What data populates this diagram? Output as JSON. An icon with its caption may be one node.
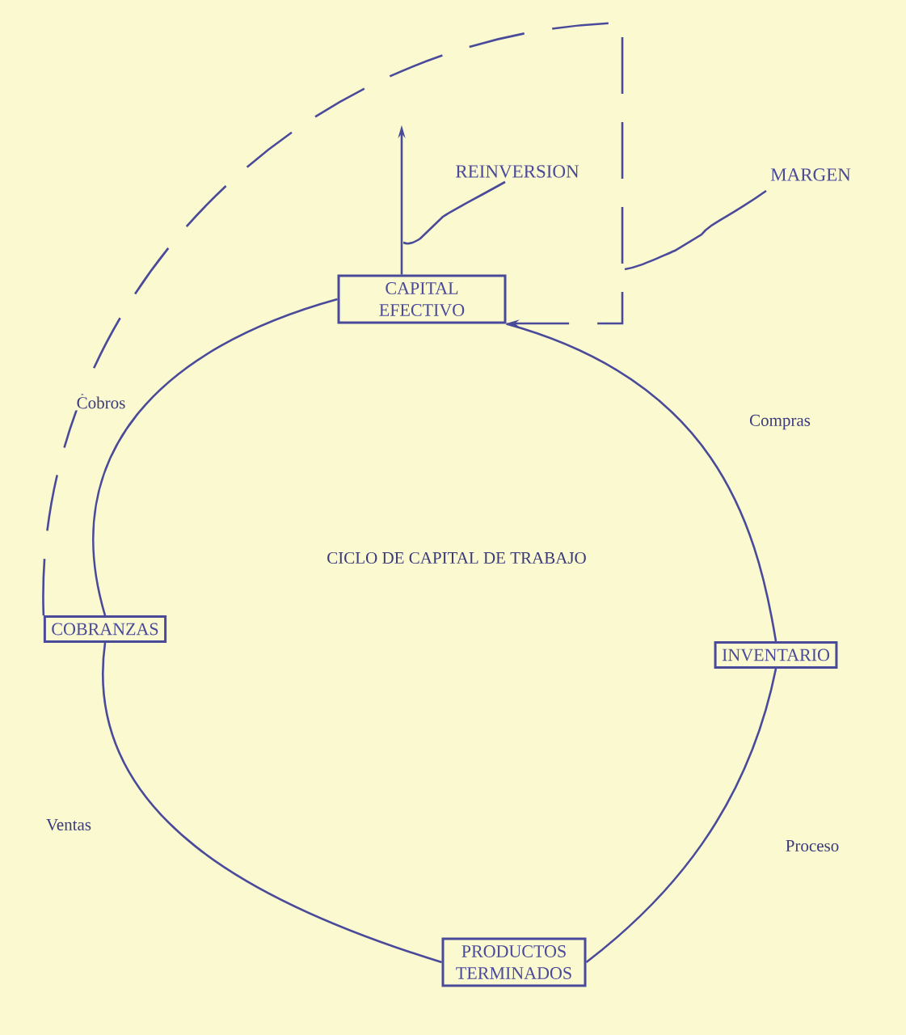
{
  "diagram": {
    "nodes": [
      {
        "text": [
          "CAPITAL EFECTIVO"
        ]
      },
      {
        "text": [
          "INVENTARIO"
        ]
      },
      {
        "text": [
          "PRODUCTOS TERMINADOS"
        ]
      },
      {
        "text": [
          "COBRANZAS"
        ]
      },
      {
        "text": [
          "REINVERSION"
        ]
      },
      {
        "text": [
          "MARGEN"
        ]
      }
    ],
    "edges": [
      {
        "from": 0,
        "to": 1,
        "arrow": "none",
        "label": "Compras"
      },
      {
        "from": 1,
        "to": 2,
        "arrow": "none",
        "label": "Proceso"
      },
      {
        "from": 2,
        "to": 3,
        "arrow": "none",
        "label": "Ventas"
      },
      {
        "from": 3,
        "to": 0,
        "arrow": "none",
        "label": "Cobros"
      },
      {
        "from": 3,
        "to": 0,
        "arrow": "to",
        "style": "dashed"
      },
      {
        "from": 0,
        "to": null,
        "arrow": "to"
      },
      {
        "from": 4,
        "to": null,
        "arrow": "none"
      },
      {
        "from": 5,
        "to": null,
        "arrow": "none"
      }
    ],
    "labels": [
      "CICLO DE CAPITAL DE TRABAJO"
    ]
  }
}
